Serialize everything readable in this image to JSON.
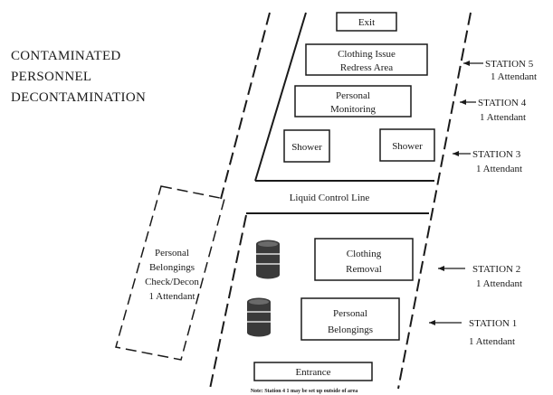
{
  "title": {
    "line1": "CONTAMINATED",
    "line2": "PERSONNEL",
    "line3": "DECONTAMINATION"
  },
  "boxes": {
    "exit": "Exit",
    "clothing_issue_line1": "Clothing Issue",
    "clothing_issue_line2": "Redress Area",
    "personal_monitoring_line1": "Personal",
    "personal_monitoring_line2": "Monitoring",
    "shower_left": "Shower",
    "shower_right": "Shower",
    "liquid_control_line": "Liquid Control Line",
    "clothing_removal_line1": "Clothing",
    "clothing_removal_line2": "Removal",
    "personal_belongings_line1": "Personal",
    "personal_belongings_line2": "Belongings",
    "entrance": "Entrance"
  },
  "side_area": {
    "line1": "Personal",
    "line2": "Belongings",
    "line3": "Check/Decon",
    "line4": "1 Attendant"
  },
  "stations": [
    {
      "name": "STATION 5",
      "attendants": "1 Attendant"
    },
    {
      "name": "STATION 4",
      "attendants": "1 Attendant"
    },
    {
      "name": "STATION 3",
      "attendants": "1 Attendant"
    },
    {
      "name": "STATION 2",
      "attendants": "1 Attendant"
    },
    {
      "name": "STATION 1",
      "attendants": "1 Attendant"
    }
  ],
  "note": "Note: Station 4 1 may be set up outside of area",
  "icons": [
    "barrel-icon",
    "arrow-left-icon"
  ],
  "colors": {
    "ink": "#1a1a1a",
    "barrel": "#3a3a3a",
    "background": "#ffffff"
  }
}
